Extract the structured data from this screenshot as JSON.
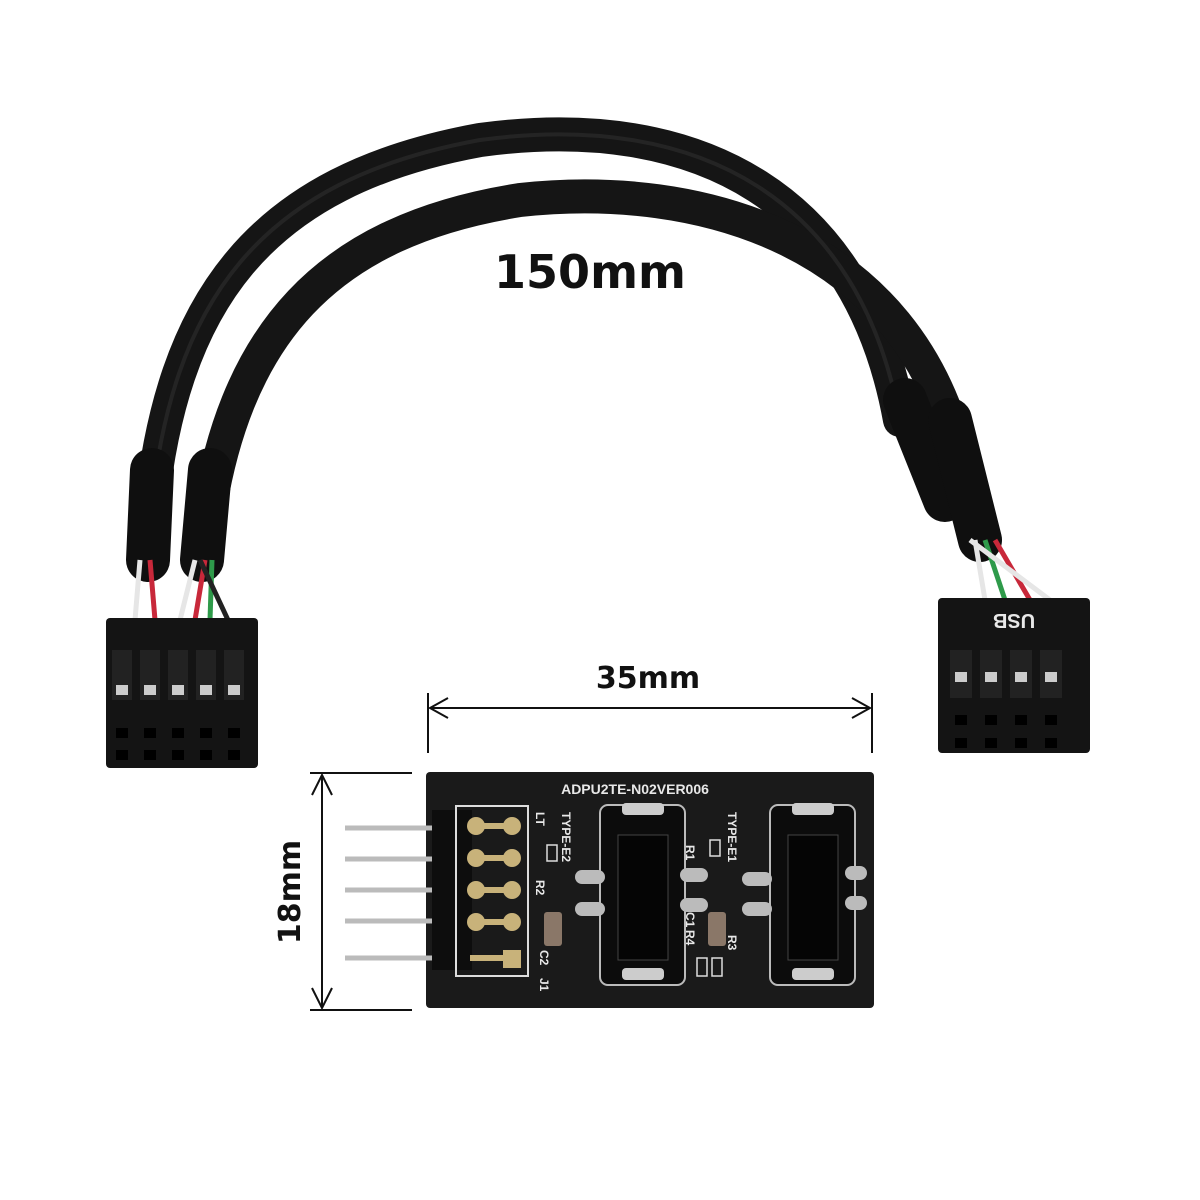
{
  "dimensions": {
    "cable_length": "150mm",
    "board_width": "35mm",
    "board_height": "18mm"
  },
  "board": {
    "part_code": "ADPU2TE-N02VER006",
    "label_type_e2": "TYPE-E2",
    "label_type_e1": "TYPE-E1",
    "label_lt": "LT",
    "label_r1": "R1",
    "label_r2": "R2",
    "label_r3": "R3",
    "label_r4": "R4",
    "label_c1": "C1",
    "label_c2": "C2",
    "label_j1": "J1"
  },
  "connector_right": {
    "label": "USB"
  },
  "colors": {
    "cable": "#151515",
    "pcb": "#1a1a1a",
    "silkscreen": "#e8e8e8",
    "wire_red": "#c8283a",
    "wire_green": "#2e9a4a",
    "wire_white": "#e6e6e6",
    "pin_gold": "#c8b27a"
  }
}
